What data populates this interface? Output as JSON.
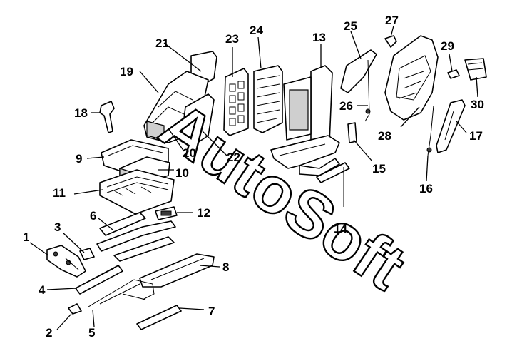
{
  "parts": [
    {
      "id": "1",
      "label": "1"
    },
    {
      "id": "2",
      "label": "2"
    },
    {
      "id": "3",
      "label": "3"
    },
    {
      "id": "4",
      "label": "4"
    },
    {
      "id": "5",
      "label": "5"
    },
    {
      "id": "6",
      "label": "6"
    },
    {
      "id": "7",
      "label": "7"
    },
    {
      "id": "8",
      "label": "8"
    },
    {
      "id": "9",
      "label": "9"
    },
    {
      "id": "10",
      "label": "10"
    },
    {
      "id": "11",
      "label": "11"
    },
    {
      "id": "12",
      "label": "12"
    },
    {
      "id": "13",
      "label": "13"
    },
    {
      "id": "14",
      "label": "14"
    },
    {
      "id": "15",
      "label": "15"
    },
    {
      "id": "16",
      "label": "16"
    },
    {
      "id": "17",
      "label": "17"
    },
    {
      "id": "18",
      "label": "18"
    },
    {
      "id": "19",
      "label": "19"
    },
    {
      "id": "20",
      "label": "20"
    },
    {
      "id": "21",
      "label": "21"
    },
    {
      "id": "22",
      "label": "22"
    },
    {
      "id": "23",
      "label": "23"
    },
    {
      "id": "24",
      "label": "24"
    },
    {
      "id": "25",
      "label": "25"
    },
    {
      "id": "26",
      "label": "26"
    },
    {
      "id": "27",
      "label": "27"
    },
    {
      "id": "28",
      "label": "28"
    },
    {
      "id": "29",
      "label": "29"
    },
    {
      "id": "30",
      "label": "30"
    }
  ],
  "watermark": {
    "text": "AutoSoft"
  }
}
